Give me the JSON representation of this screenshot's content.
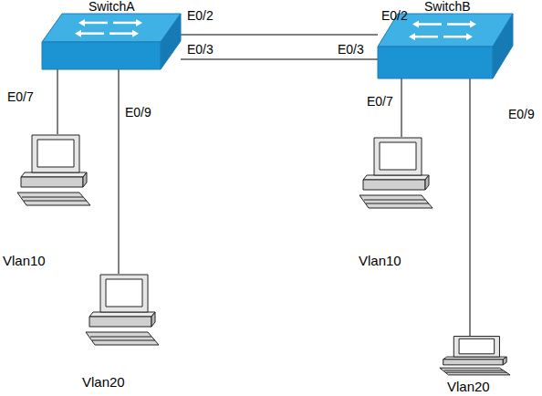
{
  "diagram": {
    "nodes": [
      {
        "text": [
          "SwitchA"
        ]
      },
      {
        "text": [
          "SwitchB"
        ]
      },
      {
        "text": [
          "Vlan10"
        ]
      },
      {
        "text": [
          "Vlan20"
        ]
      },
      {
        "text": [
          "Vlan10"
        ]
      },
      {
        "text": [
          "Vlan20"
        ]
      }
    ],
    "edges": [
      {
        "from": 0,
        "to": 1,
        "arrow": "none"
      },
      {
        "from": 0,
        "to": 1,
        "arrow": "none"
      },
      {
        "from": 0,
        "to": 2,
        "label": "E0/7",
        "arrow": "none"
      },
      {
        "from": 0,
        "to": 3,
        "label": "E0/9",
        "arrow": "none"
      },
      {
        "from": 1,
        "to": 4,
        "label": "E0/7",
        "arrow": "none"
      },
      {
        "from": 1,
        "to": 5,
        "label": "E0/9",
        "arrow": "none"
      }
    ],
    "labels": [
      "E0/2",
      "E0/2",
      "E0/3",
      "E0/3"
    ]
  }
}
